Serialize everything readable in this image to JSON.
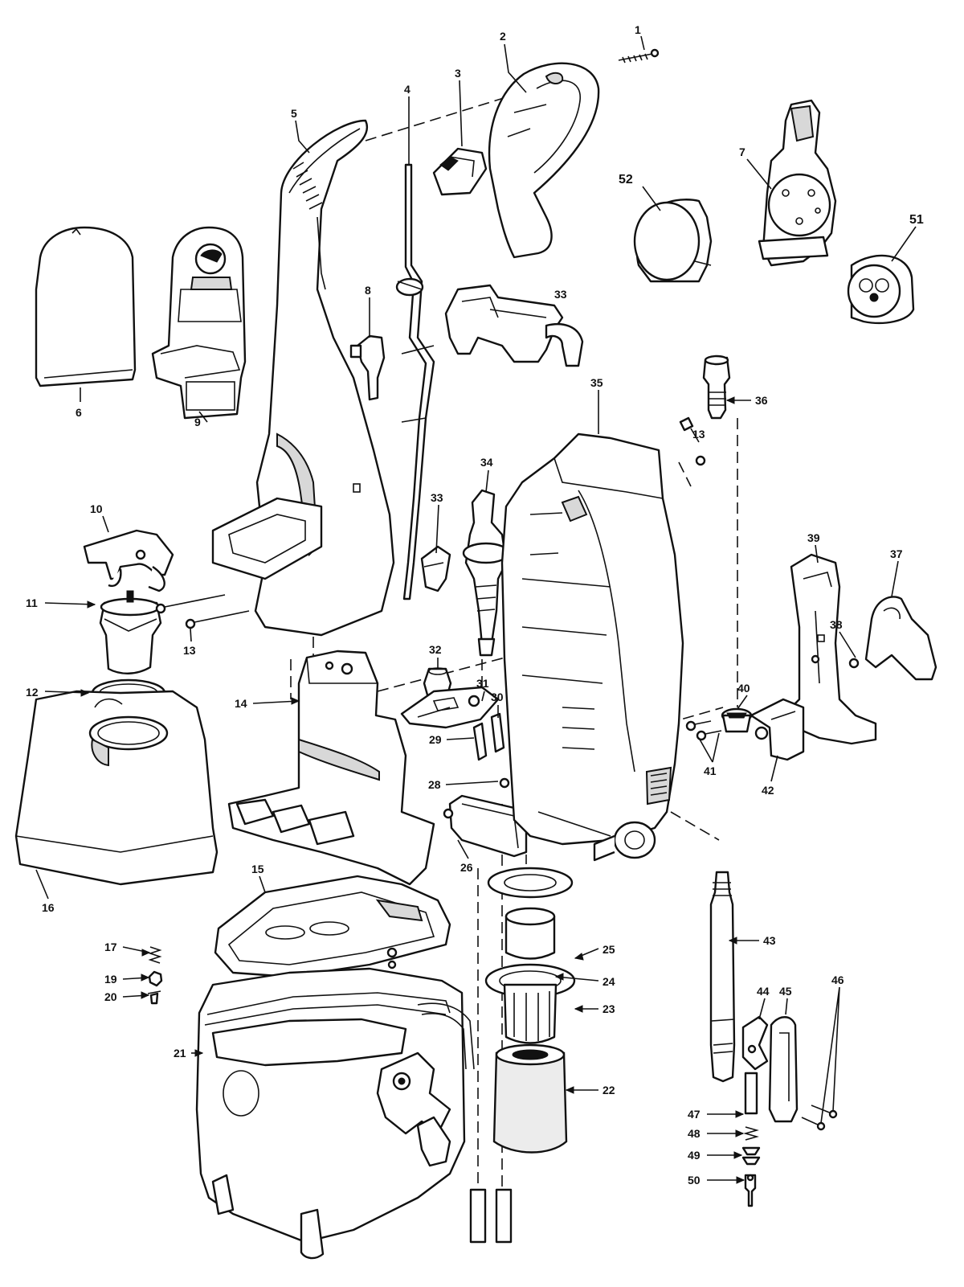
{
  "callouts": {
    "c1": "1",
    "c2": "2",
    "c3": "3",
    "c4": "4",
    "c5": "5",
    "c6": "6",
    "c7": "7",
    "c8": "8",
    "c9": "9",
    "c10": "10",
    "c11": "11",
    "c12": "12",
    "c13a": "13",
    "c13b": "13",
    "c14": "14",
    "c15": "15",
    "c16": "16",
    "c17": "17",
    "c19": "19",
    "c20": "20",
    "c21": "21",
    "c22": "22",
    "c23": "23",
    "c24": "24",
    "c25": "25",
    "c26": "26",
    "c28": "28",
    "c29": "29",
    "c30": "30",
    "c31": "31",
    "c32": "32",
    "c33a": "33",
    "c33b": "33",
    "c34": "34",
    "c35": "35",
    "c36": "36",
    "c37": "37",
    "c38": "38",
    "c39": "39",
    "c40": "40",
    "c41": "41",
    "c42": "42",
    "c43": "43",
    "c44": "44",
    "c45": "45",
    "c46": "46",
    "c47": "47",
    "c48": "48",
    "c49": "49",
    "c50": "50",
    "c51": "51",
    "c52": "52"
  }
}
